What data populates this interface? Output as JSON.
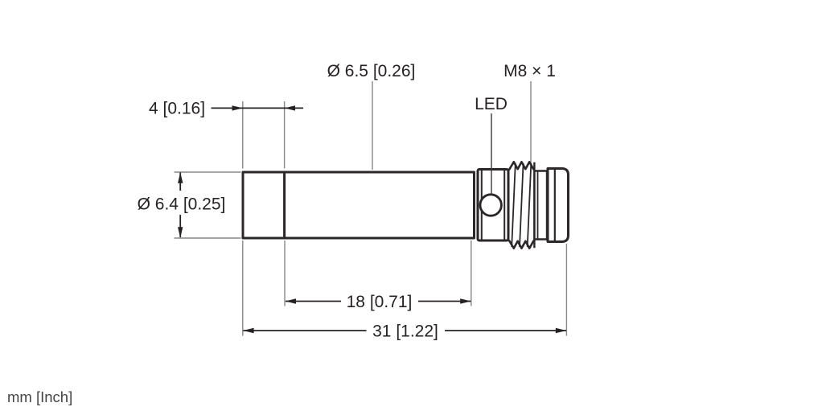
{
  "units_note": "mm [Inch]",
  "labels": {
    "tip_length": "4 [0.16]",
    "body_diameter": "Ø 6.5 [0.26]",
    "thread_spec": "M8 × 1",
    "led": "LED",
    "tip_diameter": "Ø 6.4 [0.25]",
    "barrel_length": "18 [0.71]",
    "overall_length": "31 [1.22]"
  },
  "colors": {
    "drawing_line": "#2b2728",
    "dimension_line": "#262223",
    "extension_line": "#85878a",
    "text": "#262223",
    "background": "#ffffff"
  }
}
